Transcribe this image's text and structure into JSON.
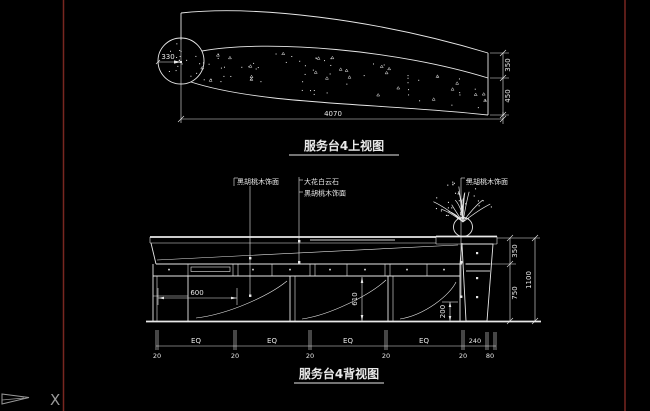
{
  "colors": {
    "background": "#000000",
    "line": "#e8e8e8",
    "grey_accent": "#8a8a8a",
    "viewport_red": "#782620"
  },
  "top_view": {
    "title": "服务台4上视图",
    "dim_radius": "330",
    "dim_length": "4070",
    "dim_width_top": "350",
    "dim_width_bottom": "450"
  },
  "back_view": {
    "title": "服务台4背视图",
    "label_walnut_left": "黑胡桃木饰面",
    "label_marble": "大花白云石",
    "label_walnut_mid": "黑胡桃木饰面",
    "label_walnut_right": "黑胡桃木饰面",
    "dim_600": "600",
    "dim_610": "610",
    "dim_200": "200",
    "dim_350": "350",
    "dim_750": "750",
    "dim_1100": "1100",
    "eq_label": "EQ",
    "dim_20": "20",
    "dim_240": "240",
    "dim_80": "80"
  },
  "overlay": {
    "x_axis_label": "X"
  }
}
